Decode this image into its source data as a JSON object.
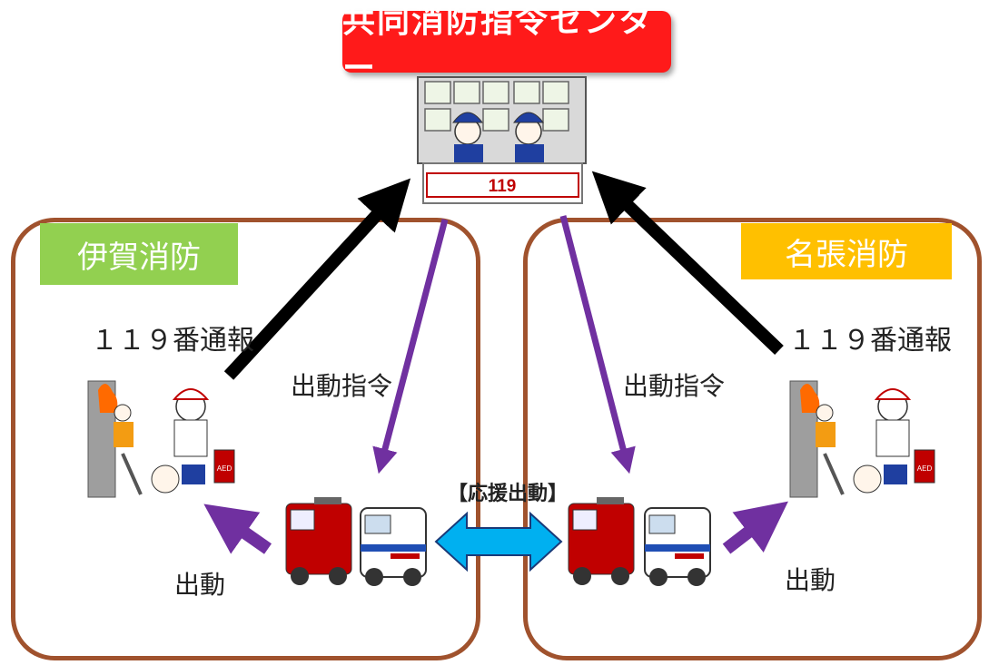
{
  "center": {
    "title": "共同消防指令センター",
    "console_label": "119"
  },
  "iga": {
    "title": "伊賀消防",
    "report_label": "１１９番通報",
    "dispatch_order_label": "出動指令",
    "dispatch_label": "出動"
  },
  "nabari": {
    "title": "名張消防",
    "report_label": "１１９番通報",
    "dispatch_order_label": "出動指令",
    "dispatch_label": "出動"
  },
  "support": {
    "label": "【応援出動】"
  },
  "ambulance_sign": "AED",
  "colors": {
    "center_banner": "#ff1a1a",
    "iga_banner": "#92d050",
    "nabari_banner": "#ffc000",
    "region_border": "#a0522d",
    "report_arrow": "#000000",
    "dispatch_arrow": "#7030a0",
    "support_arrow": "#00b0f0",
    "fire_truck": "#c00000",
    "ambulance_stripe": "#1f4eb4"
  }
}
